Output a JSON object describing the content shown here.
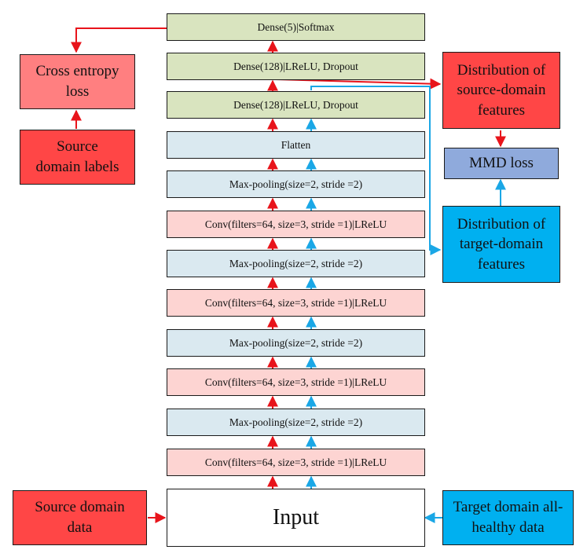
{
  "layers": [
    {
      "label": "Dense(5)|Softmax",
      "fill": "green"
    },
    {
      "label": "Dense(128)|LReLU, Dropout",
      "fill": "green"
    },
    {
      "label": "Dense(128)|LReLU, Dropout",
      "fill": "green"
    },
    {
      "label": "Flatten",
      "fill": "blue"
    },
    {
      "label": "Max-pooling(size=2, stride =2)",
      "fill": "blue"
    },
    {
      "label": "Conv(filters=64, size=3, stride =1)|LReLU",
      "fill": "pink"
    },
    {
      "label": "Max-pooling(size=2, stride =2)",
      "fill": "blue"
    },
    {
      "label": "Conv(filters=64, size=3, stride =1)|LReLU",
      "fill": "pink"
    },
    {
      "label": "Max-pooling(size=2, stride =2)",
      "fill": "blue"
    },
    {
      "label": "Conv(filters=64, size=3, stride =1)|LReLU",
      "fill": "pink"
    },
    {
      "label": "Max-pooling(size=2, stride =2)",
      "fill": "blue"
    },
    {
      "label": "Conv(filters=64, size=3, stride =1)|LReLU",
      "fill": "pink"
    }
  ],
  "input_label": "Input",
  "cross_entropy_label": "Cross entropy loss",
  "source_labels_label": "Source domain labels",
  "source_dist_label": "Distribution of source-domain features",
  "mmd_label": "MMD loss",
  "target_dist_label": "Distribution of target-domain features",
  "source_data_label": "Source domain data",
  "target_data_label": "Target domain all-healthy data",
  "colors": {
    "red_arrow": "#e8141b",
    "blue_arrow": "#1aa7e6",
    "green": "#d9e4bf",
    "light_blue": "#dae9f0",
    "pink": "#fdd4d2",
    "red_box": "#ff4646",
    "salmon_box": "#ff7f80",
    "cyan_box": "#00b0f0",
    "mmd_box": "#8faadc"
  }
}
